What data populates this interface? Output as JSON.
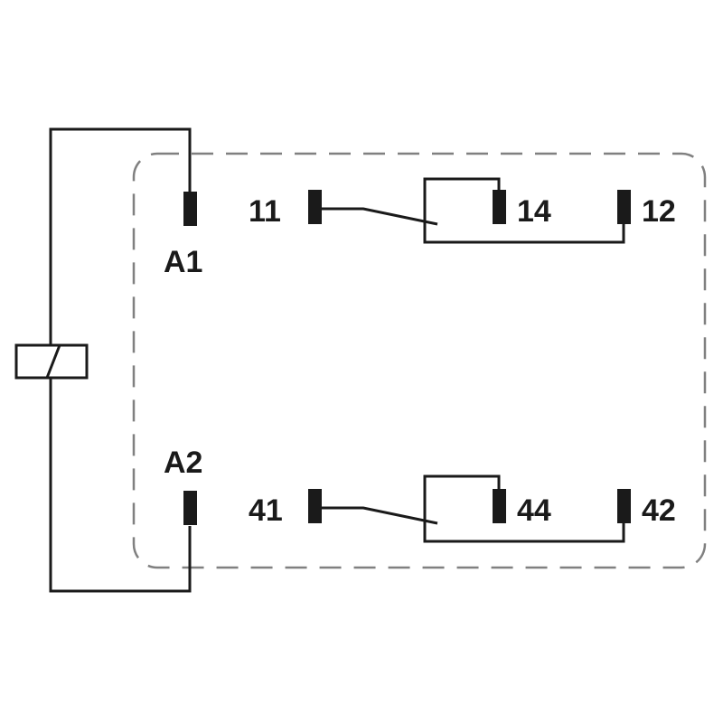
{
  "terminals": {
    "coil_a1": "A1",
    "coil_a2": "A2",
    "contact_1_common": "11",
    "contact_1_no": "14",
    "contact_1_nc": "12",
    "contact_2_common": "41",
    "contact_2_no": "44",
    "contact_2_nc": "42"
  },
  "colors": {
    "line": "#1a1a1a",
    "housing_dash": "#808080",
    "background": "#ffffff"
  }
}
